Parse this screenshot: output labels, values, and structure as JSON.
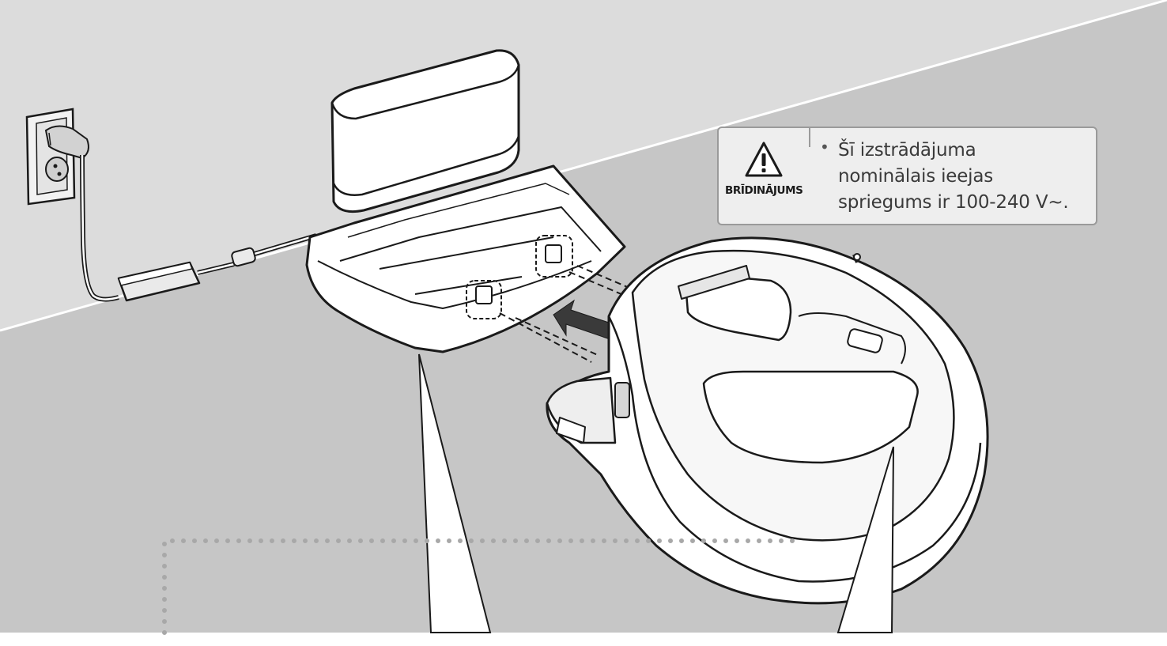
{
  "warning": {
    "label": "BRĪDINĀJUMS",
    "bullet": "•",
    "lines": [
      "Šī izstrādājuma",
      "nominālais ieejas",
      "spriegums ir 100-240 V~."
    ]
  },
  "colors": {
    "wall": "#dcdcdc",
    "floor": "#c6c6c6",
    "outline": "#1a1a1a",
    "device_fill": "#ffffff",
    "device_shade": "#f0f0f0",
    "arrow": "#3a3a3a",
    "dots": "#a8a8a8",
    "warning_bg": "#eeeeee",
    "warning_border": "#9a9a9a"
  },
  "icons": {
    "warning": "warning-triangle-icon",
    "power": "wall-outlet-icon"
  }
}
